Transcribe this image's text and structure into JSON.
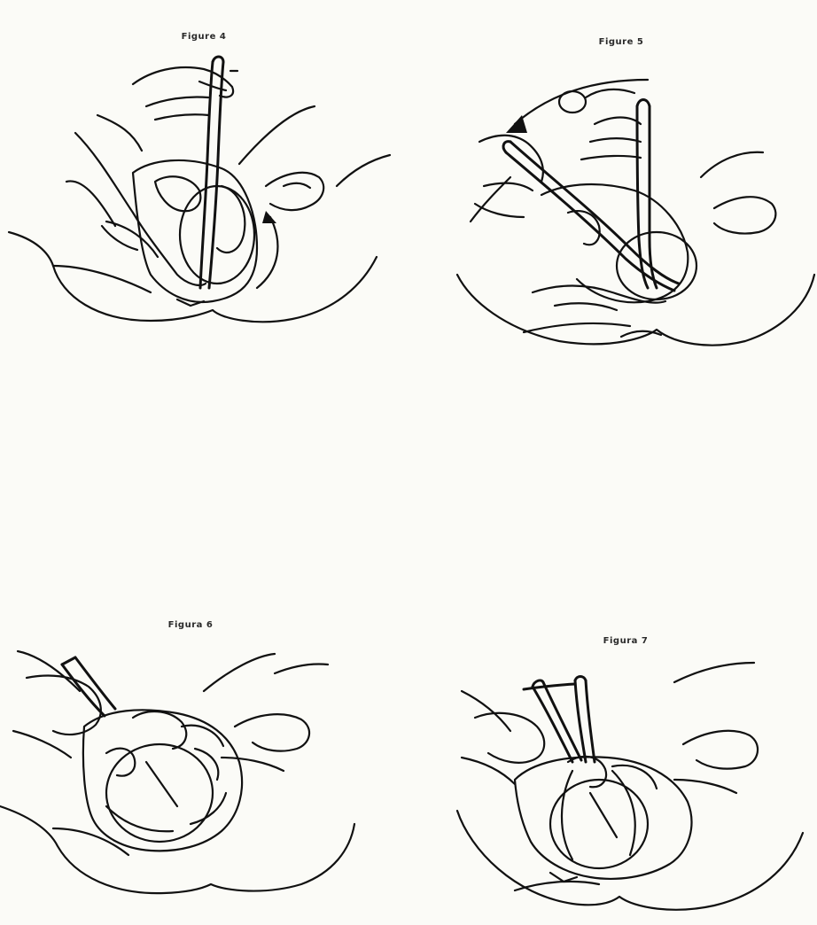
{
  "figures": [
    {
      "caption": "Figure 4"
    },
    {
      "caption": "Figure 5"
    },
    {
      "caption": "Figura 6"
    },
    {
      "caption": "Figura 7"
    }
  ]
}
